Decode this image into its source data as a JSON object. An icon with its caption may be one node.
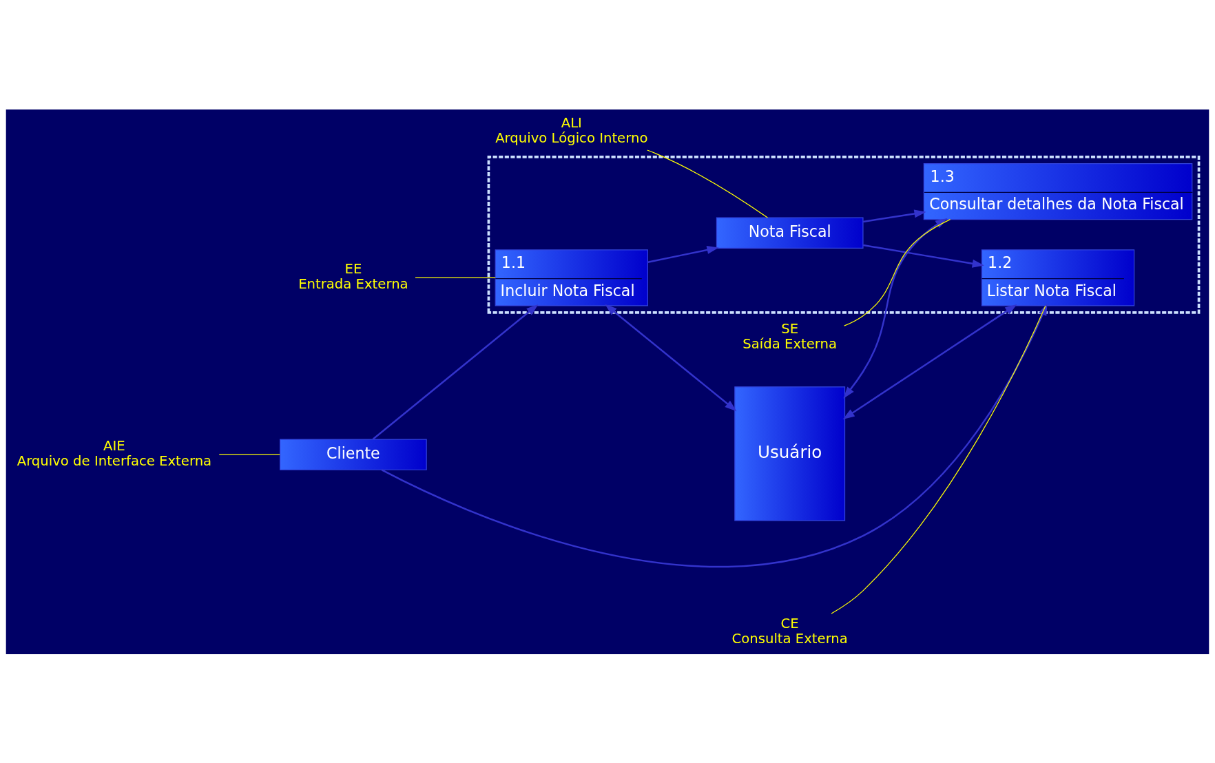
{
  "diagram": {
    "nodes": [
      {
        "text": [],
        "shape": "box"
      },
      {
        "text": [
          "1.1",
          "Incluir Nota Fiscal"
        ],
        "in": 0
      },
      {
        "text": [
          "1.2",
          "Listar Nota Fiscal"
        ],
        "in": 0
      },
      {
        "text": [
          "1.3",
          "Consultar detalhes da Nota Fiscal"
        ],
        "in": 0
      },
      {
        "text": [
          "Usuário"
        ]
      },
      {
        "text": [
          "Cliente"
        ]
      },
      {
        "text": [
          "Nota Fiscal"
        ],
        "in": 0
      },
      {
        "text": [
          "EE",
          "Entrada Externa"
        ]
      },
      {
        "text": [
          "AIE",
          "Arquivo de Interface Externa"
        ]
      },
      {
        "text": [
          "CE",
          "Consulta Externa"
        ]
      },
      {
        "text": [
          "ALI",
          "Arquivo Lógico Interno"
        ]
      },
      {
        "text": [
          "SE",
          "Saída Externa"
        ]
      }
    ],
    "edges": [
      {
        "from": 1,
        "to": 4,
        "arrow": "both"
      },
      {
        "from": 4,
        "to": 2,
        "arrow": "both"
      },
      {
        "from": 4,
        "to": 3,
        "arrow": "both"
      },
      {
        "from": 5,
        "to": 1,
        "arrow": "to"
      },
      {
        "from": 1,
        "to": 6,
        "arrow": "to"
      },
      {
        "from": 5,
        "to": 2,
        "arrow": "to"
      },
      {
        "from": 6,
        "to": 2,
        "arrow": "to"
      },
      {
        "from": 6,
        "to": 3,
        "arrow": "to"
      },
      {
        "from": 7,
        "to": 1,
        "arrow": "none",
        "color": "#ffff00"
      },
      {
        "from": 8,
        "to": 5,
        "arrow": "none",
        "color": "#ffff00"
      },
      {
        "from": 9,
        "to": 2,
        "arrow": "none",
        "color": "#ffff00"
      },
      {
        "from": 10,
        "to": 6,
        "arrow": "none",
        "color": "#ffff00"
      },
      {
        "from": 11,
        "to": 3,
        "arrow": "none",
        "color": "#ffff00"
      }
    ]
  }
}
